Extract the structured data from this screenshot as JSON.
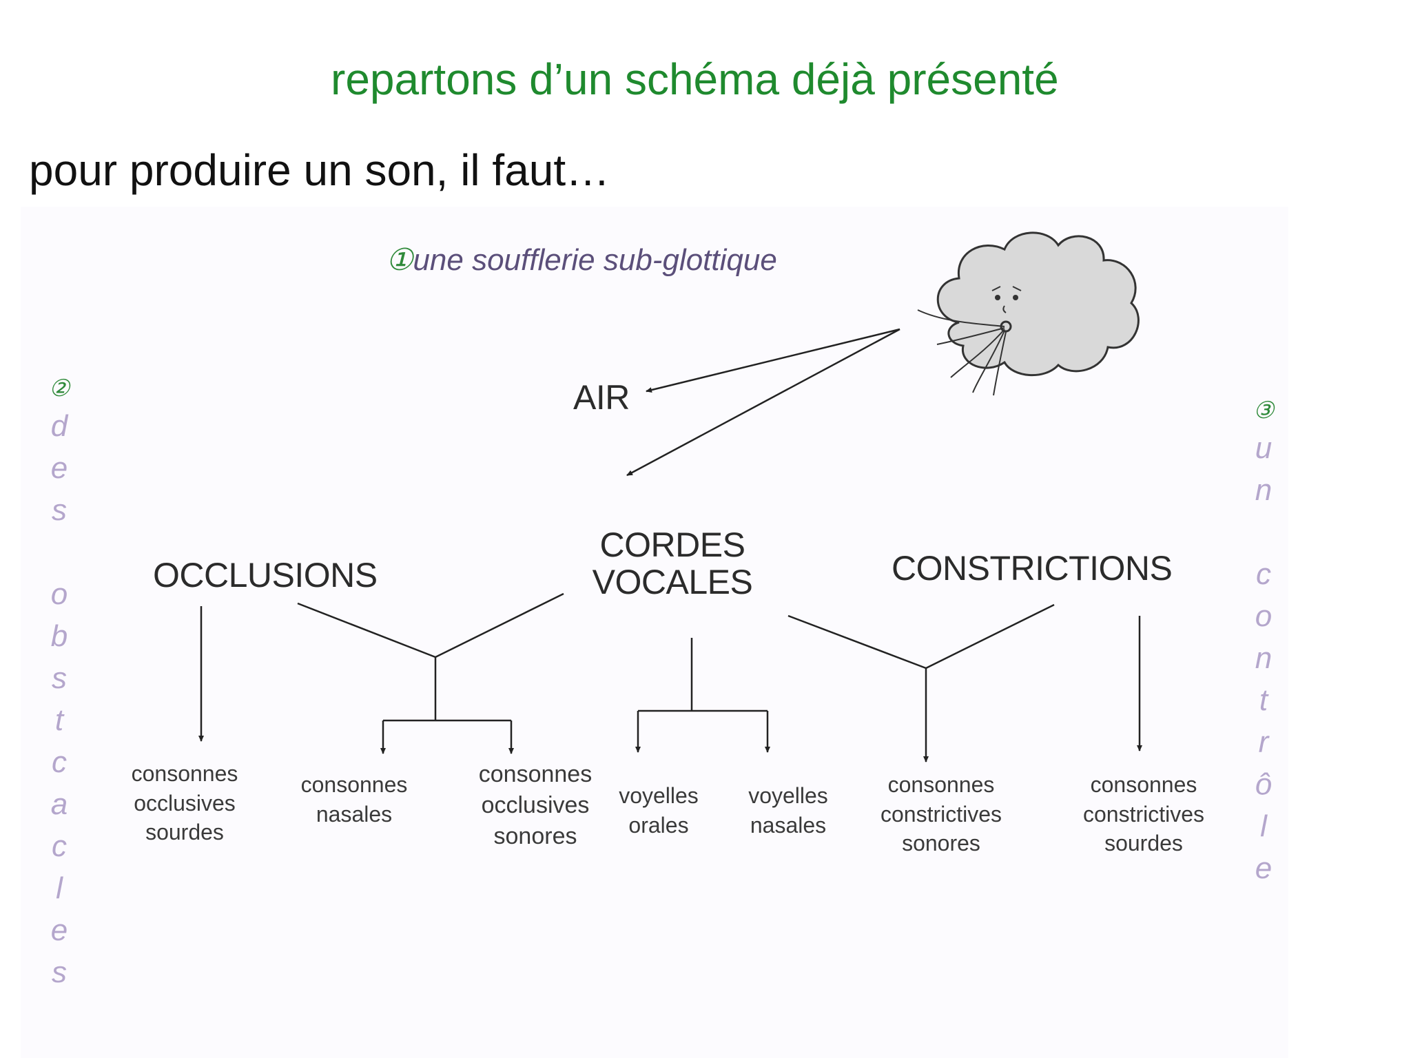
{
  "title": "repartons d’un schéma déjà présenté",
  "subtitle": "pour produire un son, il faut…",
  "diagram": {
    "step1": {
      "number": "①",
      "text": "une soufflerie sub-glottique"
    },
    "air": "AIR",
    "occlusions": "OCCLUSIONS",
    "cordes": [
      "CORDES",
      "VOCALES"
    ],
    "constrictions": "CONSTRICTIONS",
    "leaves": {
      "occl_sourdes": [
        "consonnes",
        "occlusives",
        "sourdes"
      ],
      "nasales": [
        "consonnes",
        "nasales"
      ],
      "occl_sonores": [
        "consonnes",
        "occlusives",
        "sonores"
      ],
      "voy_orales": [
        "voyelles",
        "orales"
      ],
      "voy_nasales": [
        "voyelles",
        "nasales"
      ],
      "constr_sonores": [
        "consonnes",
        "constrictives",
        "sonores"
      ],
      "constr_sourdes": [
        "consonnes",
        "constrictives",
        "sourdes"
      ]
    },
    "left_side": {
      "number": "②",
      "letters": [
        "d",
        "e",
        "s",
        "",
        "o",
        "b",
        "s",
        "t",
        "c",
        "a",
        "c",
        "l",
        "e",
        "s"
      ]
    },
    "right_side": {
      "number": "③",
      "letters": [
        "u",
        "n",
        "",
        "c",
        "o",
        "n",
        "t",
        "r",
        "ô",
        "l",
        "e"
      ]
    }
  }
}
